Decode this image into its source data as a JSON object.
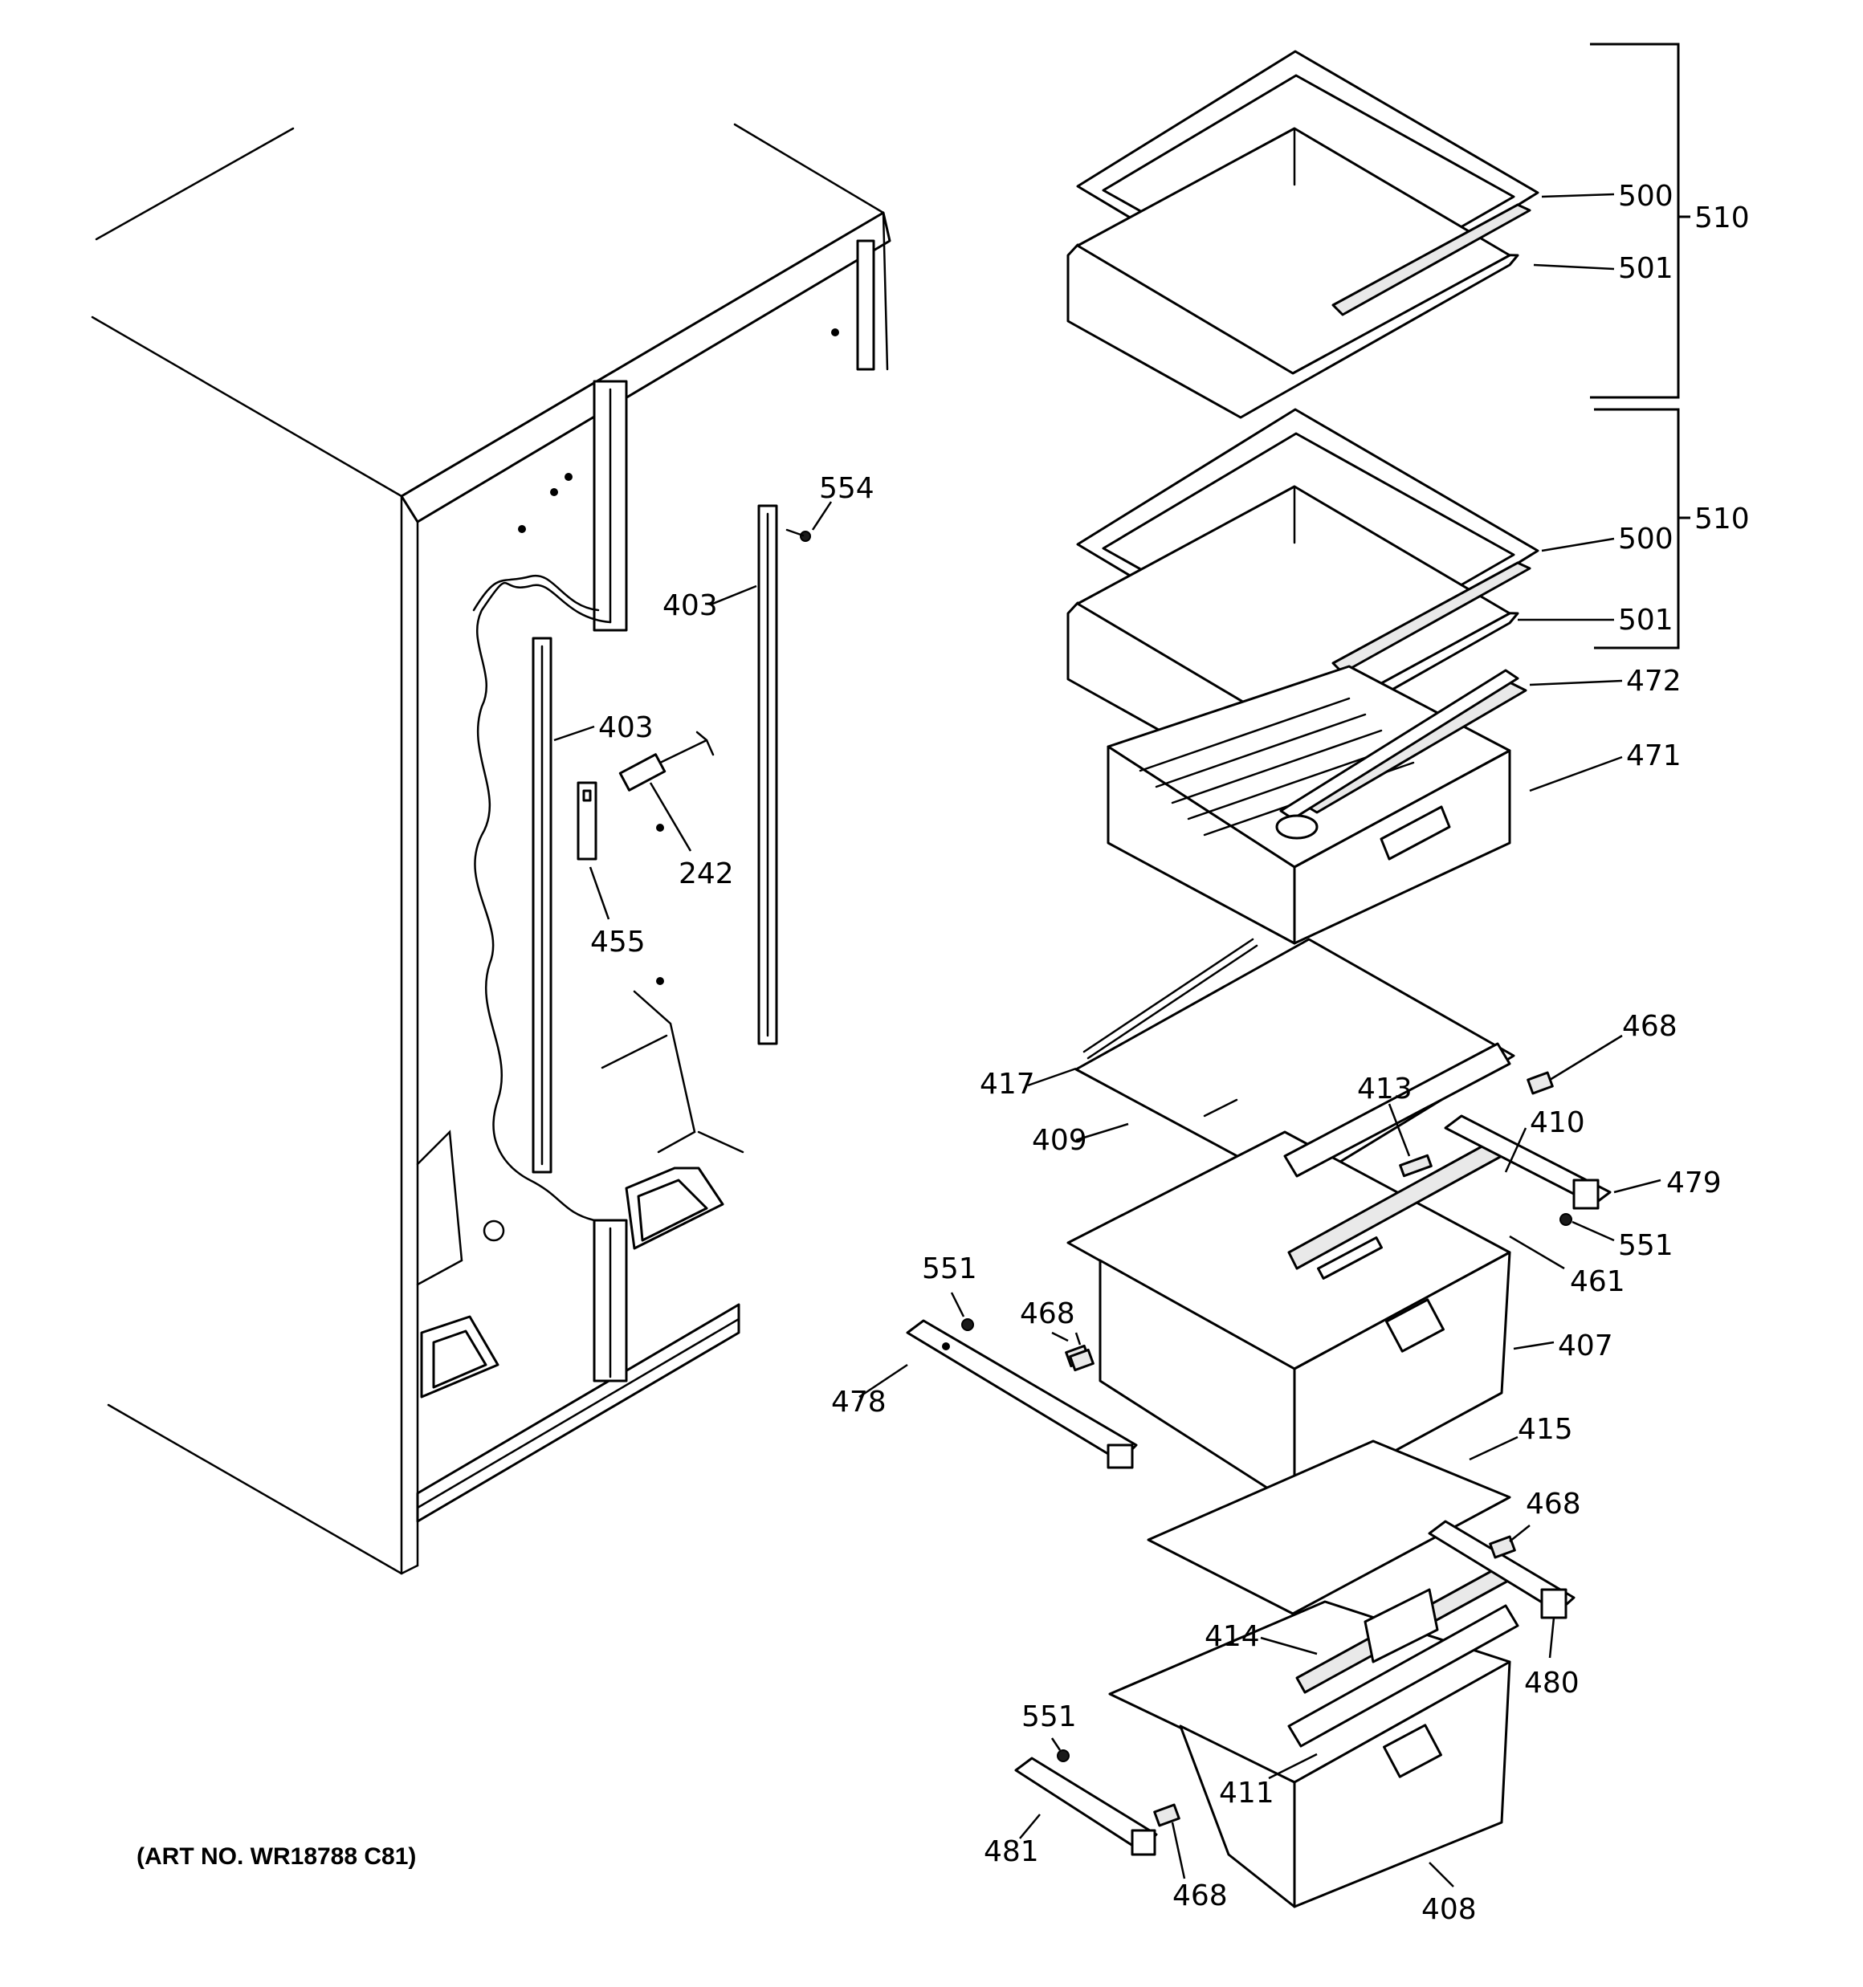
{
  "art_number": "(ART NO. WR18788 C81)",
  "callouts": [
    {
      "label": "500"
    },
    {
      "label": "501"
    },
    {
      "label": "510"
    },
    {
      "label": "500"
    },
    {
      "label": "501"
    },
    {
      "label": "510"
    },
    {
      "label": "472"
    },
    {
      "label": "471"
    },
    {
      "label": "554"
    },
    {
      "label": "403"
    },
    {
      "label": "403"
    },
    {
      "label": "242"
    },
    {
      "label": "455"
    },
    {
      "label": "468"
    },
    {
      "label": "417"
    },
    {
      "label": "413"
    },
    {
      "label": "410"
    },
    {
      "label": "409"
    },
    {
      "label": "479"
    },
    {
      "label": "551"
    },
    {
      "label": "461"
    },
    {
      "label": "551"
    },
    {
      "label": "468"
    },
    {
      "label": "407"
    },
    {
      "label": "478"
    },
    {
      "label": "415"
    },
    {
      "label": "468"
    },
    {
      "label": "414"
    },
    {
      "label": "480"
    },
    {
      "label": "551"
    },
    {
      "label": "411"
    },
    {
      "label": "481"
    },
    {
      "label": "468"
    },
    {
      "label": "408"
    }
  ]
}
